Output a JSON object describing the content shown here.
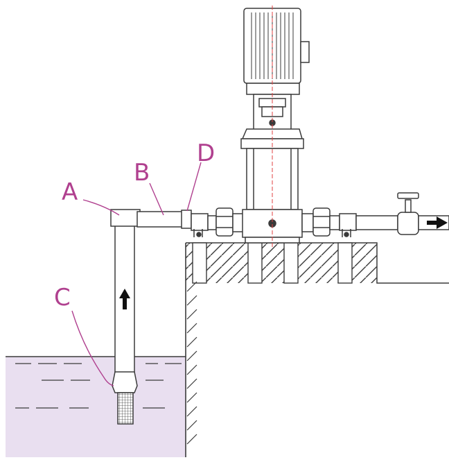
{
  "labels": {
    "a": "A",
    "b": "B",
    "c": "C",
    "d": "D"
  },
  "colors": {
    "label": "#b0408f",
    "line": "#3a3a3a",
    "water": "#e9dff0",
    "centerline": "#e04040",
    "background": "#ffffff"
  },
  "icons": {
    "flow_up": "arrow-up-icon",
    "flow_out": "arrow-right-icon"
  }
}
